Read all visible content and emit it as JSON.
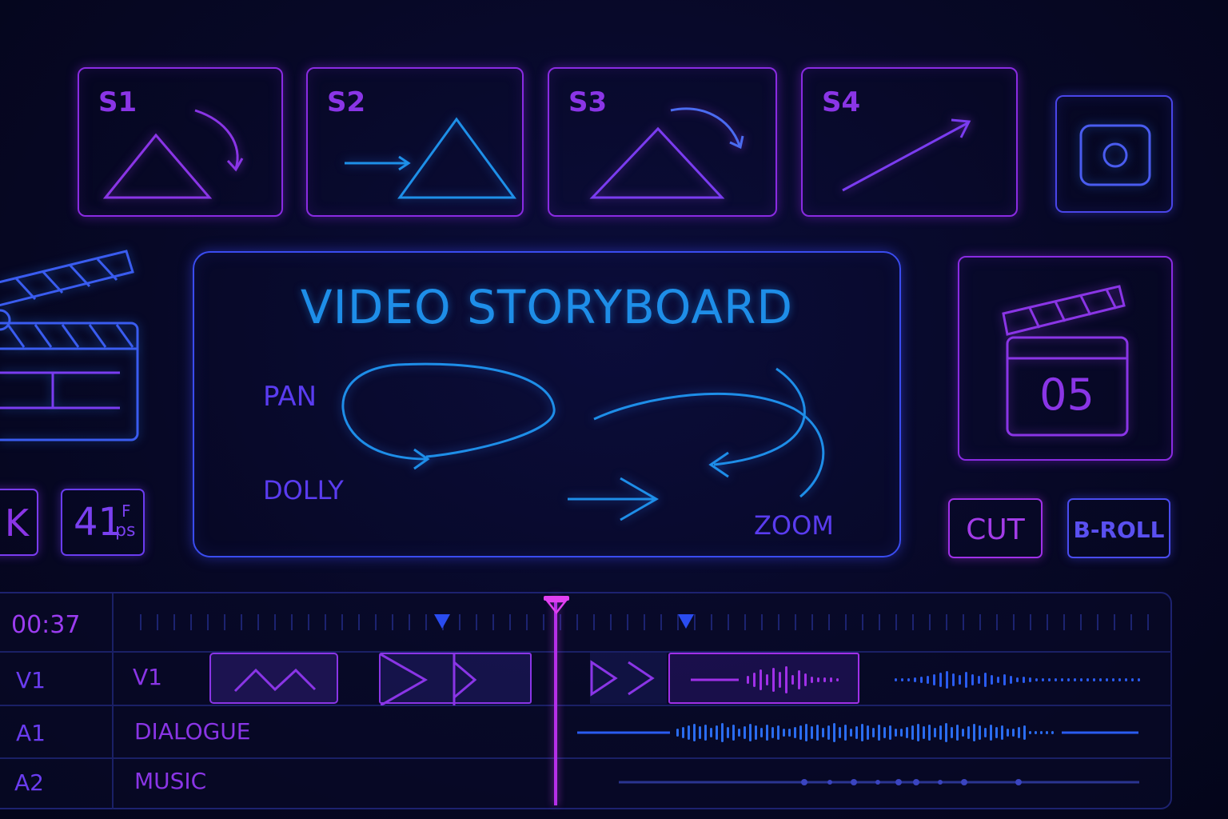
{
  "shots": [
    {
      "label": "S1"
    },
    {
      "label": "S2"
    },
    {
      "label": "S3"
    },
    {
      "label": "S4"
    }
  ],
  "camera_icon": "camera-icon",
  "storyboard": {
    "title": "VIDEO STORYBOARD",
    "moves": {
      "pan": "PAN",
      "dolly": "DOLLY",
      "zoom": "ZOOM"
    }
  },
  "clapper_panel": {
    "number": "05"
  },
  "left_badges": {
    "resolution": "K",
    "fps_value": "41",
    "fps_unit_top": "F",
    "fps_unit_bottom": "ps"
  },
  "buttons": {
    "cut": "CUT",
    "broll": "B-ROLL"
  },
  "timeline": {
    "timecode": "00:37",
    "tracks": [
      {
        "id": "V1",
        "name": "V1"
      },
      {
        "id": "A1",
        "name": "DIALOGUE"
      },
      {
        "id": "A2",
        "name": "MUSIC"
      }
    ]
  },
  "colors": {
    "violet": "#8a2be2",
    "blue": "#1e90e8",
    "magenta": "#d63cf0",
    "background": "#070826"
  }
}
